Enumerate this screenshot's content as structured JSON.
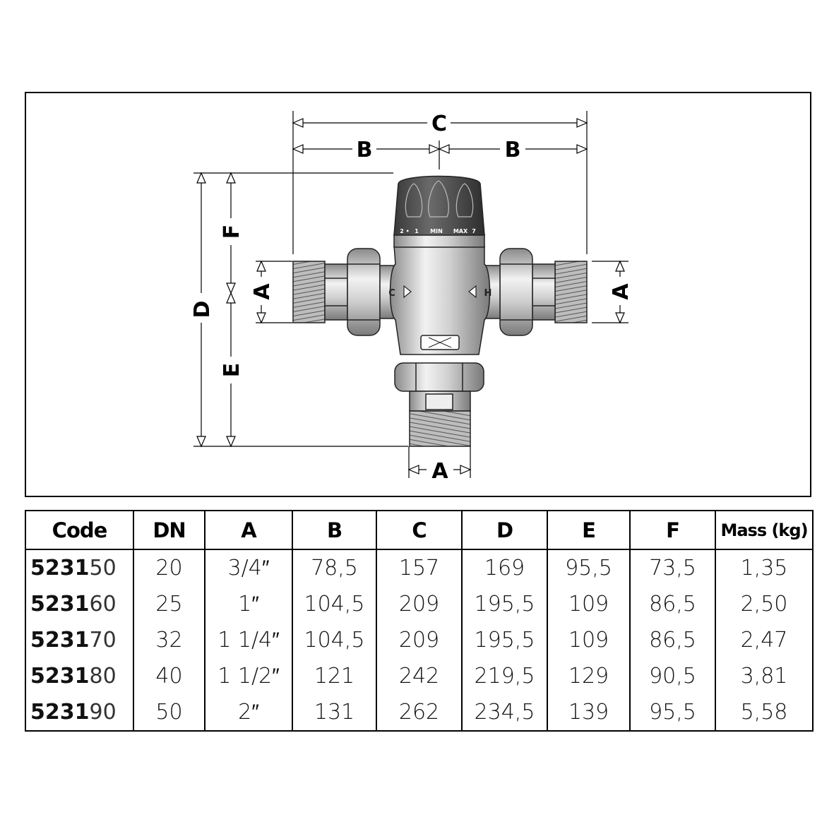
{
  "diagram": {
    "labels": {
      "c": "C",
      "b_left": "B",
      "b_right": "B",
      "d": "D",
      "f": "F",
      "e": "E",
      "a_left": "A",
      "a_right": "A",
      "a_bottom": "A"
    },
    "dial": {
      "n2": "2 •",
      "n1": "1",
      "min": "MIN",
      "max": "MAX",
      "n7": "7"
    },
    "ports": {
      "cold": "C",
      "hot": "H"
    }
  },
  "table": {
    "headers": {
      "code": "Code",
      "dn": "DN",
      "a": "A",
      "b": "B",
      "c": "C",
      "d": "D",
      "e": "E",
      "f": "F",
      "mass": "Mass (kg)"
    },
    "rows": [
      {
        "code_base": "5231",
        "code_suffix": "50",
        "dn": "20",
        "a": "3/4″",
        "b": "78,5",
        "c": "157",
        "d": "169",
        "e": "95,5",
        "f": "73,5",
        "mass": "1,35"
      },
      {
        "code_base": "5231",
        "code_suffix": "60",
        "dn": "25",
        "a": "1″",
        "b": "104,5",
        "c": "209",
        "d": "195,5",
        "e": "109",
        "f": "86,5",
        "mass": "2,50"
      },
      {
        "code_base": "5231",
        "code_suffix": "70",
        "dn": "32",
        "a": "1 1/4″",
        "b": "104,5",
        "c": "209",
        "d": "195,5",
        "e": "109",
        "f": "86,5",
        "mass": "2,47"
      },
      {
        "code_base": "5231",
        "code_suffix": "80",
        "dn": "40",
        "a": "1 1/2″",
        "b": "121",
        "c": "242",
        "d": "219,5",
        "e": "129",
        "f": "90,5",
        "mass": "3,81"
      },
      {
        "code_base": "5231",
        "code_suffix": "90",
        "dn": "50",
        "a": "2″",
        "b": "131",
        "c": "262",
        "d": "234,5",
        "e": "139",
        "f": "95,5",
        "mass": "5,58"
      }
    ]
  }
}
